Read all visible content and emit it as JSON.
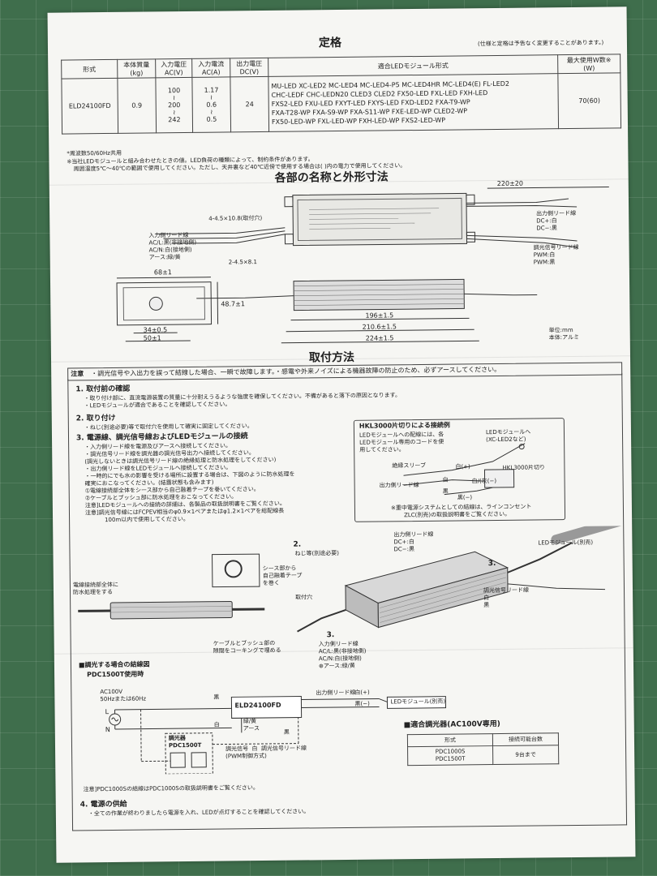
{
  "spec": {
    "title": "定格",
    "note_top": "(仕様と定格は予告なく変更することがあります。)",
    "headers": {
      "model": "形式",
      "mass": "本体質量 (kg)",
      "vin": "入力電圧 AC(V)",
      "iin": "入力電流 AC(A)",
      "vout": "出力電圧 DC(V)",
      "modules": "適合LEDモジュール形式",
      "maxw": "最大使用W数※ (W)"
    },
    "row": {
      "model": "ELD24100FD",
      "mass": "0.9",
      "vin": [
        "100",
        "200",
        "242"
      ],
      "iin": [
        "1.17",
        "0.6",
        "0.5"
      ],
      "vout": "24",
      "modules": [
        "MU-LED  XC-LED2  MC-LED4  MC-LED4-P5  MC-LED4HR  MC-LED4(E)  FL-LED2",
        "CHC-LEDF  CHC-LEDN20  CLED3  CLED2  FX50-LED  FXL-LED  FXH-LED",
        "FXS2-LED  FXU-LED  FXYT-LED  FXYS-LED  FXD-LED2  FXA-T9-WP",
        "FXA-T28-WP  FXA-S9-WP  FXA-S11-WP  FXE-LED-WP  CLED2-WP",
        "FX50-LED-WP  FXL-LED-WP  FXH-LED-WP  FXS2-LED-WP"
      ],
      "maxw": "70(60)"
    },
    "foot1": "*周波数50/60Hz共用",
    "foot2": "※当社LEDモジュールと組み合わせたときの値。LED負荷の種類によって、制約条件があります。",
    "foot3": "周囲温度5℃〜40℃の範囲で使用してください。ただし、天井裏など40℃近傍で使用する場合は(  )内の電力で使用してください。"
  },
  "dims": {
    "title": "各部の名称と外形寸法",
    "d220": "220±20",
    "hole4": "4-4.5×10.8(取付穴)",
    "hole2": "2-4.5×8.1",
    "in_lead": [
      "入力側リード線",
      "AC/L:黒(非接地側)",
      "AC/N:白(接地側)",
      "アース:緑/黄"
    ],
    "out_lead": [
      "出力側リード線",
      "DC+:白",
      "DC−:黒"
    ],
    "dim_lead": [
      "調光信号リード線",
      "PWM:白",
      "PWM:黒"
    ],
    "d68": "68±1",
    "d48": "48.7±1",
    "d34": "34±0.5",
    "d50": "50±1",
    "d196": "196±1.5",
    "d210": "210.6±1.5",
    "d224": "224±1.5",
    "unit": [
      "単位:mm",
      "本体:アルミ"
    ]
  },
  "install": {
    "title": "取付方法",
    "caution_tag": "注意",
    "caution": "・調光信号や入出力を誤って結線した場合、一瞬で故障します。・感電や外来ノイズによる機器故障の防止のため、必ずアースしてください。",
    "s1_title": "1. 取付前の確認",
    "s1_lines": [
      "・取り付け部に、直流電源装置の質量に十分耐えうるような強度を確保してください。不備があると落下の原因となります。",
      "・LEDモジュールが適合であることを確認してください。"
    ],
    "s2_title": "2. 取り付け",
    "s2_lines": [
      "・ねじ(別途必要)等で取付穴を使用して確実に固定してください。"
    ],
    "s3_title": "3. 電源線、調光信号線およびLEDモジュールの接続",
    "s3_lines": [
      "・入力側リード線を電源及びアースへ接続してください。",
      "・調光信号リード線を調光器の調光信号出力へ接続してください。",
      "(調光しないときは調光信号リード線の絶縁処理と防水処理をしてください)",
      "・出力側リード線をLEDモジュールへ接続してください。",
      "・一時的にでも水の影響を受ける場所に設置する場合は、下図のように防水処理を",
      "確実におこなってください。(結露状態も含みます)",
      "①電線接続部全体をシース部から自己融着テープを巻いてください。",
      "②ケーブルとブッシュ部に防水処理をおこなってください。",
      "注意]LEDモジュールへの接続の詳細は、各製品の取扱説明書をご覧ください。",
      "注意]調光信号線にはFCPEV相当のφ0.9×1ペアまたはφ1.2×1ペアを総配線長",
      "100m以内で使用してください。"
    ],
    "hkl": {
      "title": "HKL3000片切りによる接続例",
      "lines": [
        "LEDモジュールへの配線には、各",
        "LEDモジュール専用のコードを使",
        "用してください。"
      ],
      "to_led": [
        "LEDモジュールへ",
        "(XC-LED2など)"
      ],
      "sleeve": "絶縁スリーブ",
      "white_plus": "白(+)",
      "out_lead": "出力側リード線",
      "white": "白",
      "white_gray": "白/(灰(−)",
      "black": "黒",
      "black_minus": "黒(−)",
      "switch": "HKL3000片切り",
      "note1": "※重中電源システムとしての結線は、ラインコンセント",
      "note2": "ZLC(別売)の取扱説明書をご覧ください。"
    },
    "fig": {
      "n2": "2.",
      "screw": "ねじ等(別途必要)",
      "sheath": [
        "シース部から",
        "自己融着テープ",
        "を巻く"
      ],
      "waterproof": [
        "電線接続部全体に",
        "防水処理をする"
      ],
      "out_lead": [
        "出力側リード線",
        "DC+:白",
        "DC−:黒"
      ],
      "led_sold": "LEDモジュール(別売)",
      "n3a": "3.",
      "hole": "取付穴",
      "dim_lead": [
        "調光信号リード線",
        "白",
        "黒"
      ],
      "caulk": [
        "ケーブルとブッシュ部の",
        "隙間をコーキングで埋める"
      ],
      "n3b": "3.",
      "in_lead": [
        "入力側リード線",
        "AC/L:黒(非接地側)",
        "AC/N:白(接地側)",
        "⊕アース:緑/黄"
      ]
    },
    "wiring": {
      "title": "■調光する場合の結線図",
      "sub": "PDC1500T使用時",
      "ac": [
        "AC100V",
        "50Hzまたは60Hz"
      ],
      "L": "L",
      "N": "N",
      "black": "黒",
      "white": "白",
      "model": "ELD24100FD",
      "out": "出力側リード線",
      "wplus": "白(+)",
      "bminus": "黒(−)",
      "led": "LEDモジュール(別売)",
      "earth": [
        "緑/黄",
        "アース"
      ],
      "dimmer": [
        "調光器",
        "PDC1500T"
      ],
      "black2": "黒",
      "dim_labels": [
        "調光信号",
        "白",
        "調光信号リード線"
      ],
      "pwm": "(PWM制御方式)"
    },
    "compat": {
      "title": "■適合調光器(AC100V専用)",
      "h1": "形式",
      "h2": "接続可能台数",
      "models": [
        "PDC1000S",
        "PDC1500T"
      ],
      "count": "9台まで"
    },
    "note_pdc": "注意]PDC1000Sの結線はPDC1000Sの取扱説明書をご覧ください。",
    "s4_title": "4. 電源の供給",
    "s4_line": "・全ての作業が終わりましたら電源を入れ、LEDが点灯することを確認してください。"
  }
}
